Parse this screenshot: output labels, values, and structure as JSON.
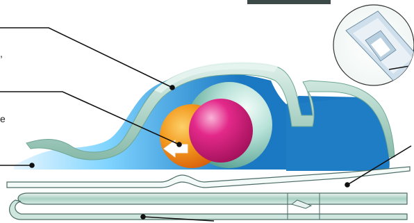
{
  "figure": {
    "type": "cutaway-illustration",
    "subject": "metal-ball-mechanism",
    "components": [
      "outer-housing",
      "inner-cavity",
      "ball-top-half",
      "ball-bottom-half",
      "spring-strip",
      "base-plate",
      "insert-detail"
    ],
    "inset_present": true
  },
  "edge_label_fragments": [
    {
      "id": "frag-1",
      "text": ","
    },
    {
      "id": "frag-2",
      "text": "e"
    }
  ],
  "colors": {
    "housing_light": "#cfe6de",
    "housing_mid": "#9fc9ba",
    "housing_dark": "#6fa696",
    "cavity_blue": "#1b79c3",
    "cavity_blue_dark": "#0e5da0",
    "ball_orange": "#f39a1e",
    "ball_orange_dark": "#e0650a",
    "ball_magenta": "#d8197a",
    "ball_teal": "#8ec9bd",
    "leader_line": "#111111",
    "arrow": "#ffffff"
  },
  "icons": {
    "inset": "magnifier-inset-icon",
    "arrow": "direction-arrow-icon"
  }
}
